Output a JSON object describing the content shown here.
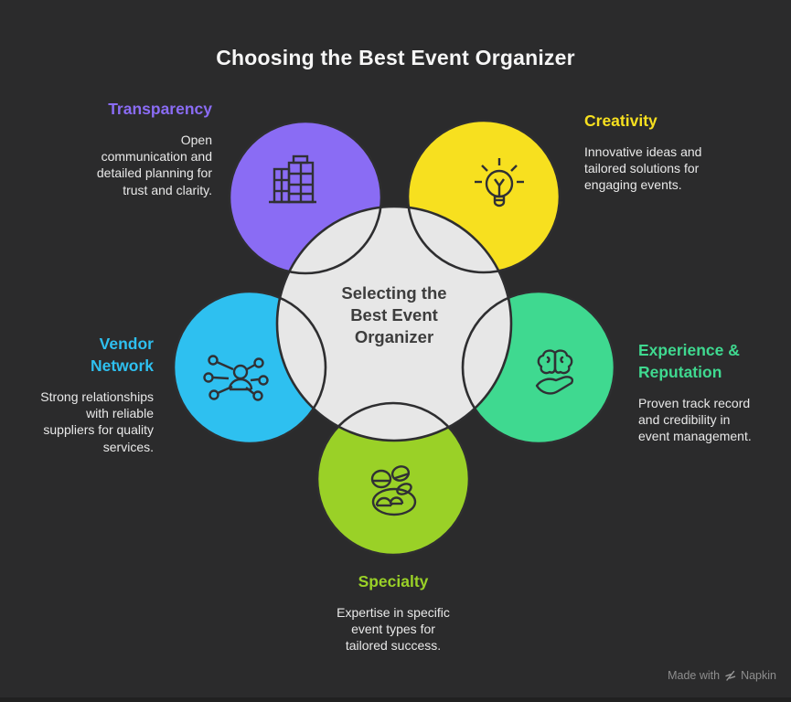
{
  "title": "Choosing the Best Event Organizer",
  "center_label": "Selecting the\nBest Event\nOrganizer",
  "items": [
    {
      "label": "Transparency",
      "description": "Open\ncommunication and\ndetailed planning for\ntrust and clarity.",
      "color": "#8a6cf4",
      "icon": "building-icon"
    },
    {
      "label": "Creativity",
      "description": "Innovative ideas and\ntailored solutions for\nengaging events.",
      "color": "#f7e01f",
      "icon": "lightbulb-icon"
    },
    {
      "label": "Vendor\nNetwork",
      "description": "Strong relationships\nwith reliable\nsuppliers for quality\nservices.",
      "color": "#2ec0f0",
      "icon": "person-network-icon"
    },
    {
      "label": "Experience &\nReputation",
      "description": "Proven track record\nand credibility in\nevent management.",
      "color": "#3fd990",
      "icon": "brain-in-hand-icon"
    },
    {
      "label": "Specialty",
      "description": "Expertise in specific\nevent types for\ntailored success.",
      "color": "#9ad127",
      "icon": "people-group-icon"
    }
  ],
  "watermark": {
    "prefix": "Made with",
    "brand": "Napkin",
    "icon": "napkin-logo-icon"
  },
  "colors": {
    "background": "#2b2b2c",
    "outline": "#2e2e30",
    "center_fill": "#e7e7e7",
    "center_text": "#3d3d3d",
    "title_text": "#f6f6f6",
    "body_text": "#e9e9e9",
    "watermark_text": "#8e8e8e",
    "bottom_bar": "#212121"
  }
}
